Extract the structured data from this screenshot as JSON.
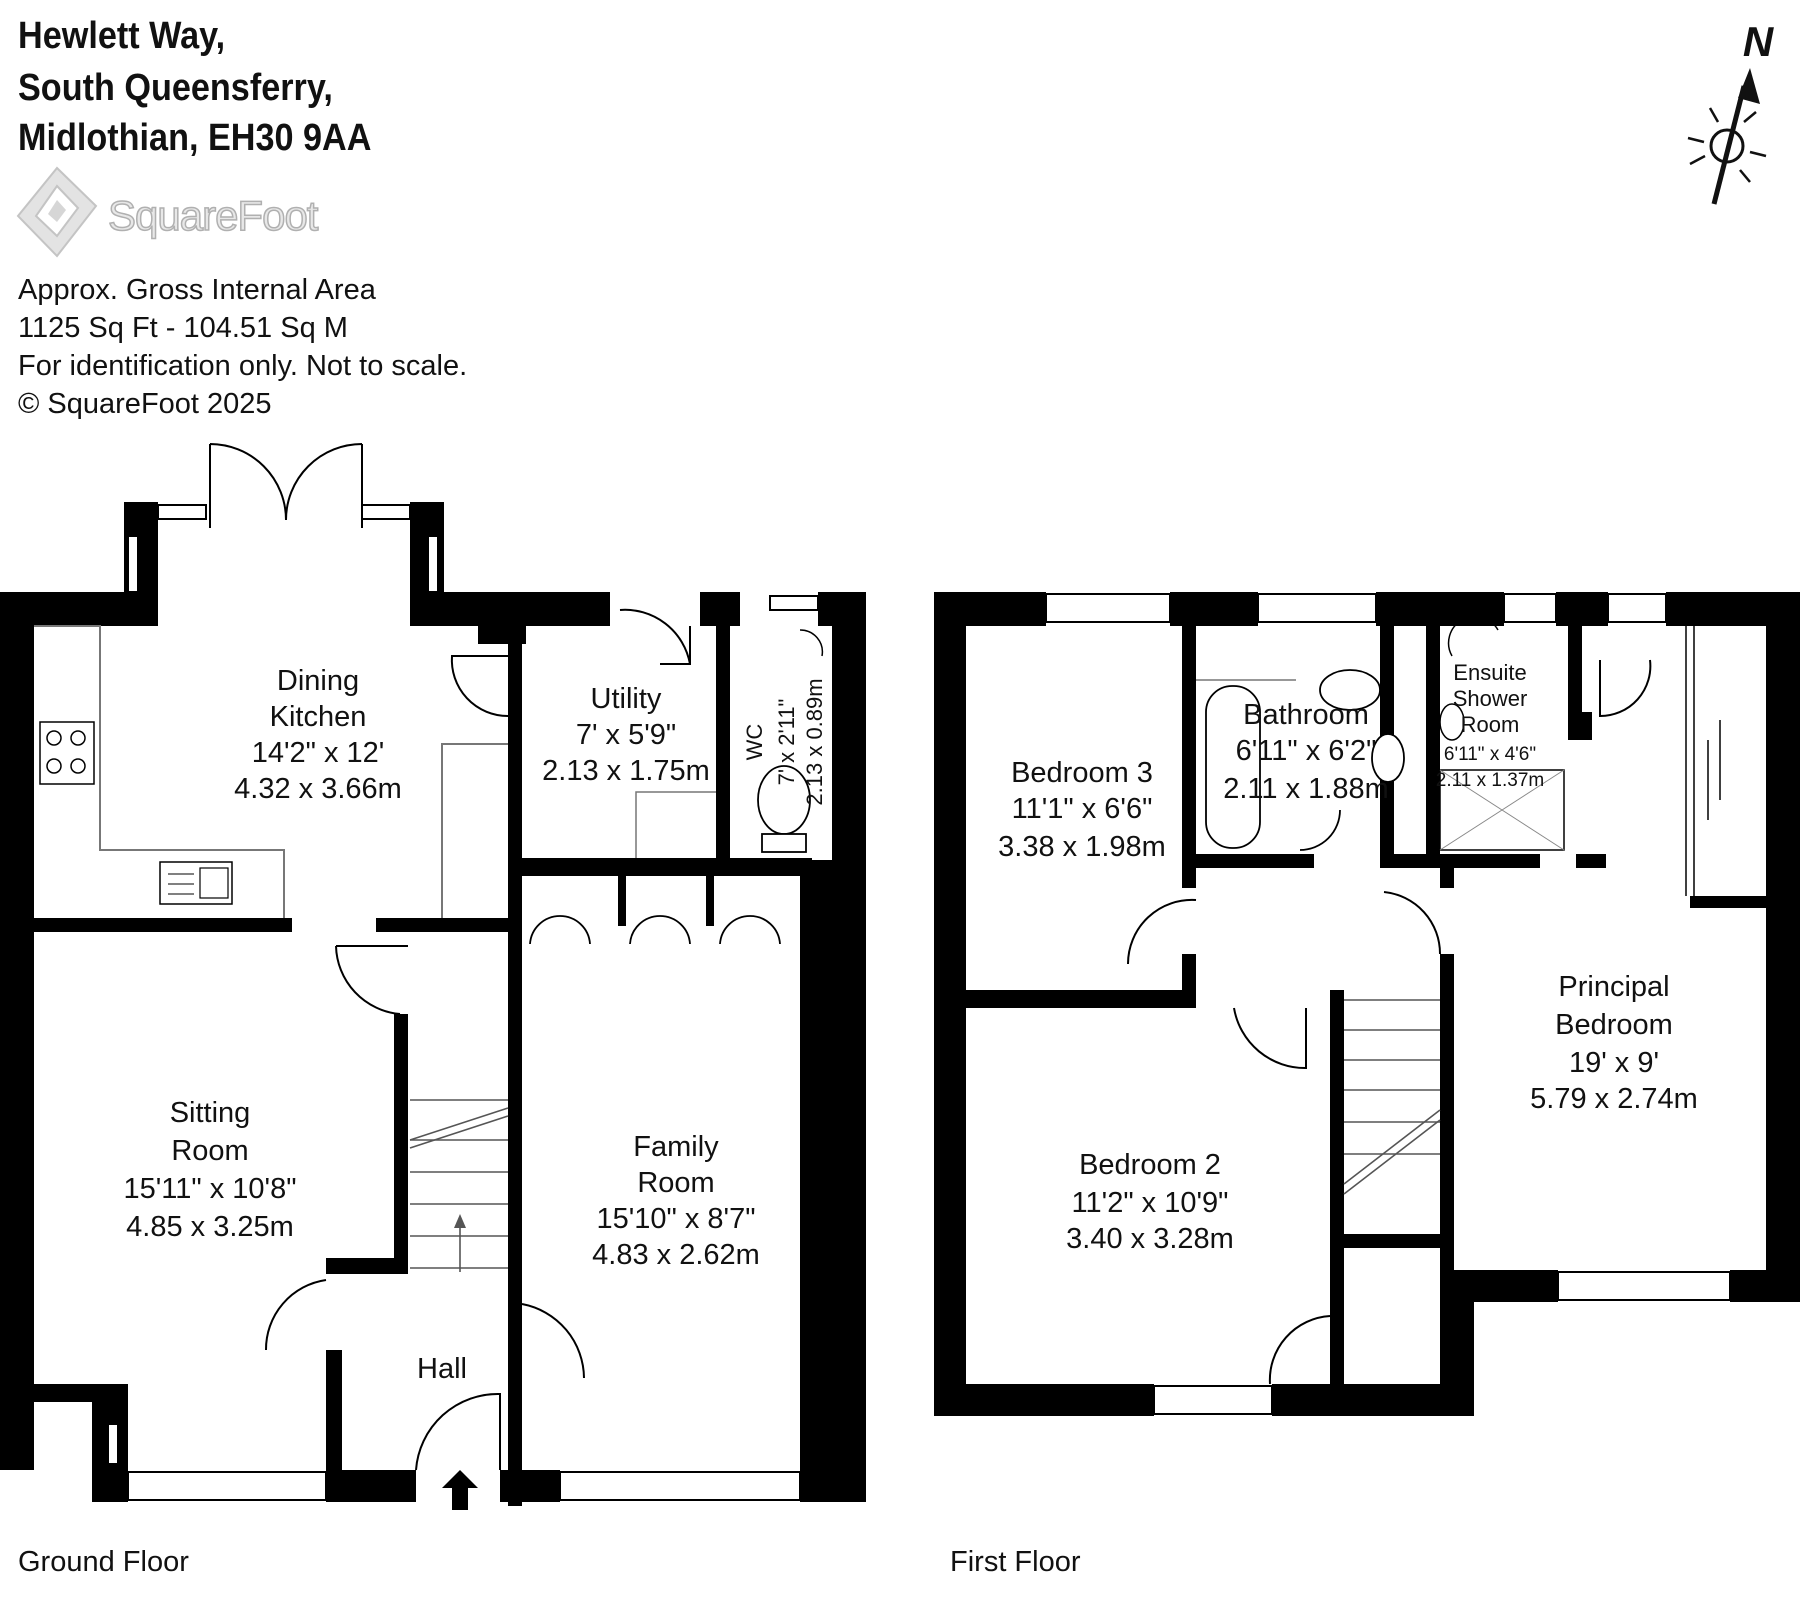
{
  "header": {
    "address_line1": "Hewlett Way,",
    "address_line2": "South Queensferry,",
    "address_line3": "Midlothian, EH30 9AA"
  },
  "brand": {
    "name": "SquareFoot",
    "icon": "squarefoot-logo-icon"
  },
  "info": {
    "line1": "Approx. Gross Internal Area",
    "line2": "1125 Sq Ft  -  104.51 Sq M",
    "line3": "For identification only. Not to scale.",
    "line4": "© SquareFoot 2025"
  },
  "compass": {
    "letter": "N",
    "icon": "north-compass-icon"
  },
  "ground_floor": {
    "label": "Ground Floor",
    "rooms": {
      "dining_kitchen": {
        "name1": "Dining",
        "name2": "Kitchen",
        "imperial": "14'2\" x 12'",
        "metric": "4.32 x 3.66m"
      },
      "utility": {
        "name": "Utility",
        "imperial": "7' x 5'9\"",
        "metric": "2.13 x 1.75m"
      },
      "wc": {
        "name": "WC",
        "imperial": "7' x 2'11\"",
        "metric": "2.13 x 0.89m"
      },
      "sitting_room": {
        "name1": "Sitting",
        "name2": "Room",
        "imperial": "15'11\" x 10'8\"",
        "metric": "4.85 x 3.25m"
      },
      "family_room": {
        "name1": "Family",
        "name2": "Room",
        "imperial": "15'10\" x 8'7\"",
        "metric": "4.83 x 2.62m"
      },
      "hall": {
        "name": "Hall"
      }
    }
  },
  "first_floor": {
    "label": "First Floor",
    "rooms": {
      "bedroom3": {
        "name": "Bedroom 3",
        "imperial": "11'1\" x 6'6\"",
        "metric": "3.38 x 1.98m"
      },
      "bathroom": {
        "name": "Bathroom",
        "imperial": "6'11\" x 6'2\"",
        "metric": "2.11 x 1.88m"
      },
      "ensuite": {
        "name1": "Ensuite",
        "name2": "Shower",
        "name3": "Room",
        "imperial": "6'11\" x 4'6\"",
        "metric": "2.11 x 1.37m"
      },
      "bedroom2": {
        "name": "Bedroom 2",
        "imperial": "11'2\" x 10'9\"",
        "metric": "3.40 x 3.28m"
      },
      "principal": {
        "name1": "Principal",
        "name2": "Bedroom",
        "imperial": "19' x 9'",
        "metric": "5.79 x 2.74m"
      }
    }
  }
}
